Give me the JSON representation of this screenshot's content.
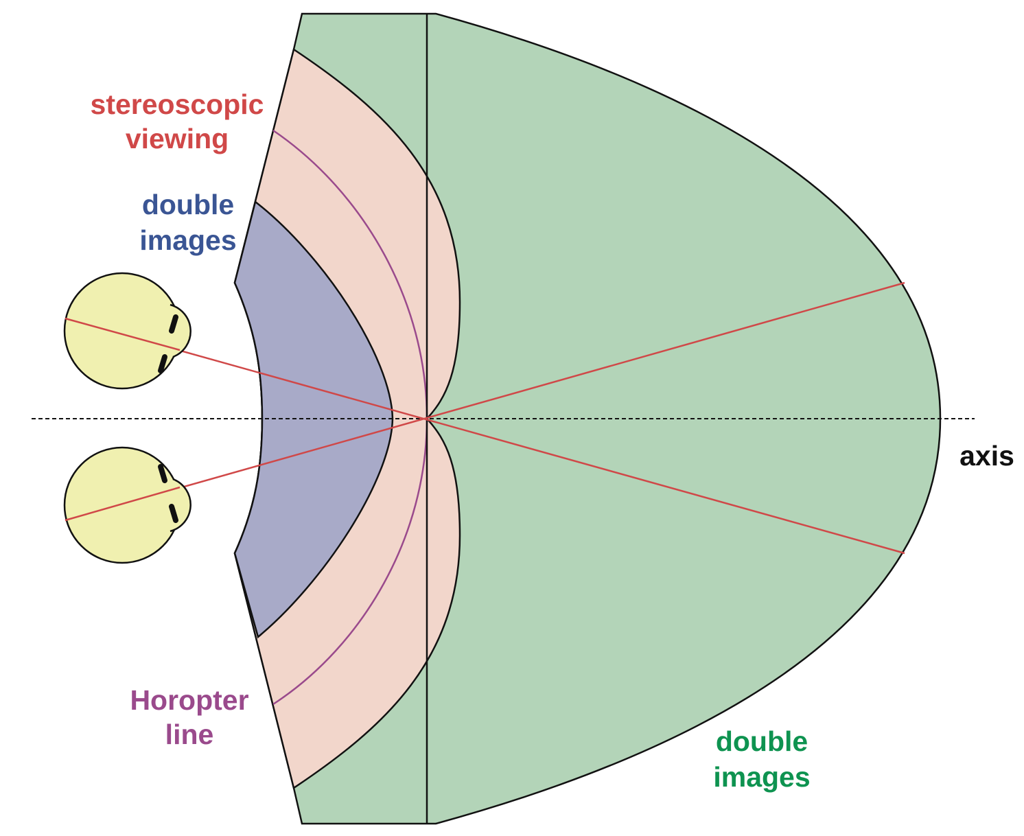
{
  "colors": {
    "background": "#ffffff",
    "outer_double_images_zone": "#b3d4b8",
    "stereoscopic_zone": "#f2d6cb",
    "inner_double_images_zone": "#a8aac8",
    "horopter_line": "#9a4a8c",
    "sight_lines": "#d04848",
    "eyes_fill": "#f0f0b0",
    "outline": "#111111",
    "axis_line": "#111111"
  },
  "labels": {
    "stereoscopic_line1": "stereoscopic",
    "stereoscopic_line2": "viewing",
    "double_images_near_line1": "double",
    "double_images_near_line2": "images",
    "horopter_line1": "Horopter",
    "horopter_line2": "line",
    "double_images_far_line1": "double",
    "double_images_far_line2": "images",
    "axis": "axis"
  },
  "label_colors": {
    "stereoscopic": "#d04848",
    "double_images_near": "#3a5594",
    "horopter": "#9a4a8c",
    "double_images_far": "#0e9350",
    "axis": "#111111"
  },
  "icons": {
    "upper_eye": "eye-icon",
    "lower_eye": "eye-icon"
  }
}
